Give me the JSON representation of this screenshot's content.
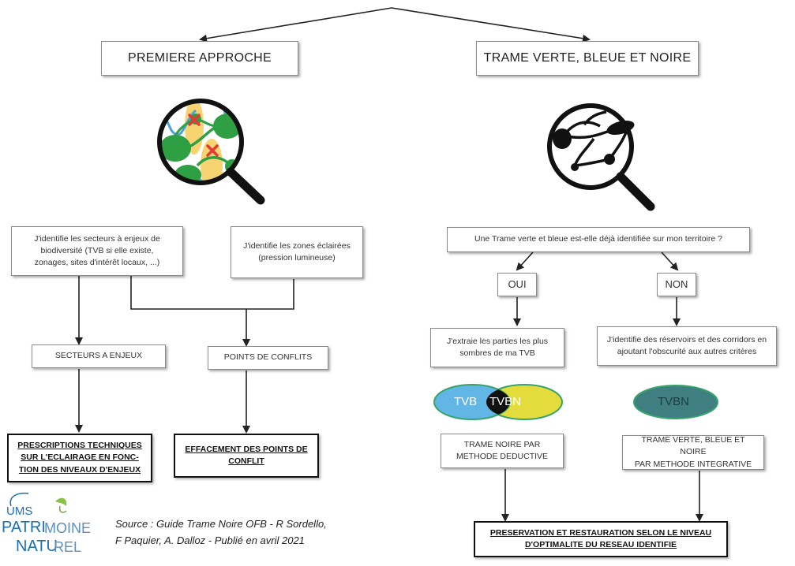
{
  "headers": {
    "left": "PREMIERE APPROCHE",
    "right": "TRAME VERTE, BLEUE ET NOIRE"
  },
  "left_branch": {
    "box_biodiv": "J'identifie les secteurs à enjeux de\nbiodiversité (TVB si elle existe,\nzonages, sites d'intérêt locaux, ...)",
    "box_light": "J'identifie les zones éclairées\n(pression lumineuse)",
    "box_sectors": "SECTEURS A ENJEUX",
    "box_conflicts": "POINTS DE CONFLITS",
    "box_prescriptions": "PRESCRIPTIONS TECHNIQUES\nSUR L'ECLAIRAGE EN FONC-\nTION DES NIVEAUX D'ENJEUX",
    "box_erase": "EFFACEMENT DES POINTS DE\nCONFLIT"
  },
  "right_branch": {
    "question": "Une Trame verte et bleue est-elle déjà identifiée sur mon territoire ?",
    "yes": "OUI",
    "no": "NON",
    "box_extract": "J'extraie les parties les plus\nsombres de ma TVB",
    "box_identify": "J'identifie des réservoirs et des corridors en\najoutant l'obscurité aux autres critères",
    "venn_tvb": "TVB",
    "venn_tvbn": "TVBN",
    "ellipse_tvbn": "TVBN",
    "box_deductive": "TRAME NOIRE PAR\nMETHODE DEDUCTIVE",
    "box_integrative": "TRAME VERTE, BLEUE ET NOIRE\nPAR METHODE INTEGRATIVE",
    "box_preservation": "PRESERVATION ET RESTAURATION SELON LE NIVEAU\nD'OPTIMALITE DU RESEAU IDENTIFIE"
  },
  "source": "Source : Guide Trame Noire OFB - R Sordello,\nF Paquier, A. Dalloz - Publié en avril 2021",
  "logo": {
    "line1": "UMS",
    "line2a": "PATRI",
    "line2b": "MOINE",
    "line3a": "NATU",
    "line3b": "REL"
  },
  "colors": {
    "green": "#2ea043",
    "blue": "#4aa3df",
    "yellow": "#f2d43a",
    "orange_glow": "#f4c542",
    "red": "#e53935",
    "black": "#111111",
    "venn_blue": "#62b6e6",
    "venn_yellow": "#e3dc3c",
    "teal_ellipse": "#3f7f82",
    "teal_border": "#35a46a"
  }
}
